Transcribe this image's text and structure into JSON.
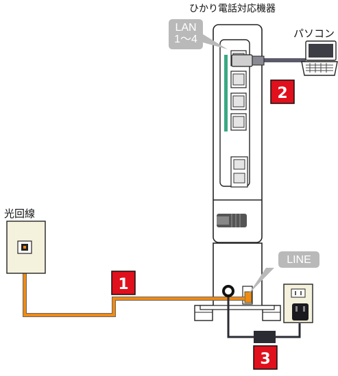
{
  "labels": {
    "router_title": "ひかり電話対応機器",
    "pc": "パソコン",
    "wall": "光回線",
    "lan_line1": "LAN",
    "lan_line2": "1～4",
    "line": "LINE"
  },
  "steps": [
    "1",
    "2",
    "3"
  ],
  "colors": {
    "fiber_cable": "#f08a12",
    "lan_cable": "#5b5a6a",
    "power_cable": "#2b2b33",
    "step_badge": "#e0101c",
    "callout": "#b9b9b9",
    "port_highlight": "#3aa884"
  },
  "icons": [
    "router-icon",
    "laptop-icon",
    "wall-outlet-icon",
    "power-outlet-icon",
    "power-plug-icon"
  ]
}
